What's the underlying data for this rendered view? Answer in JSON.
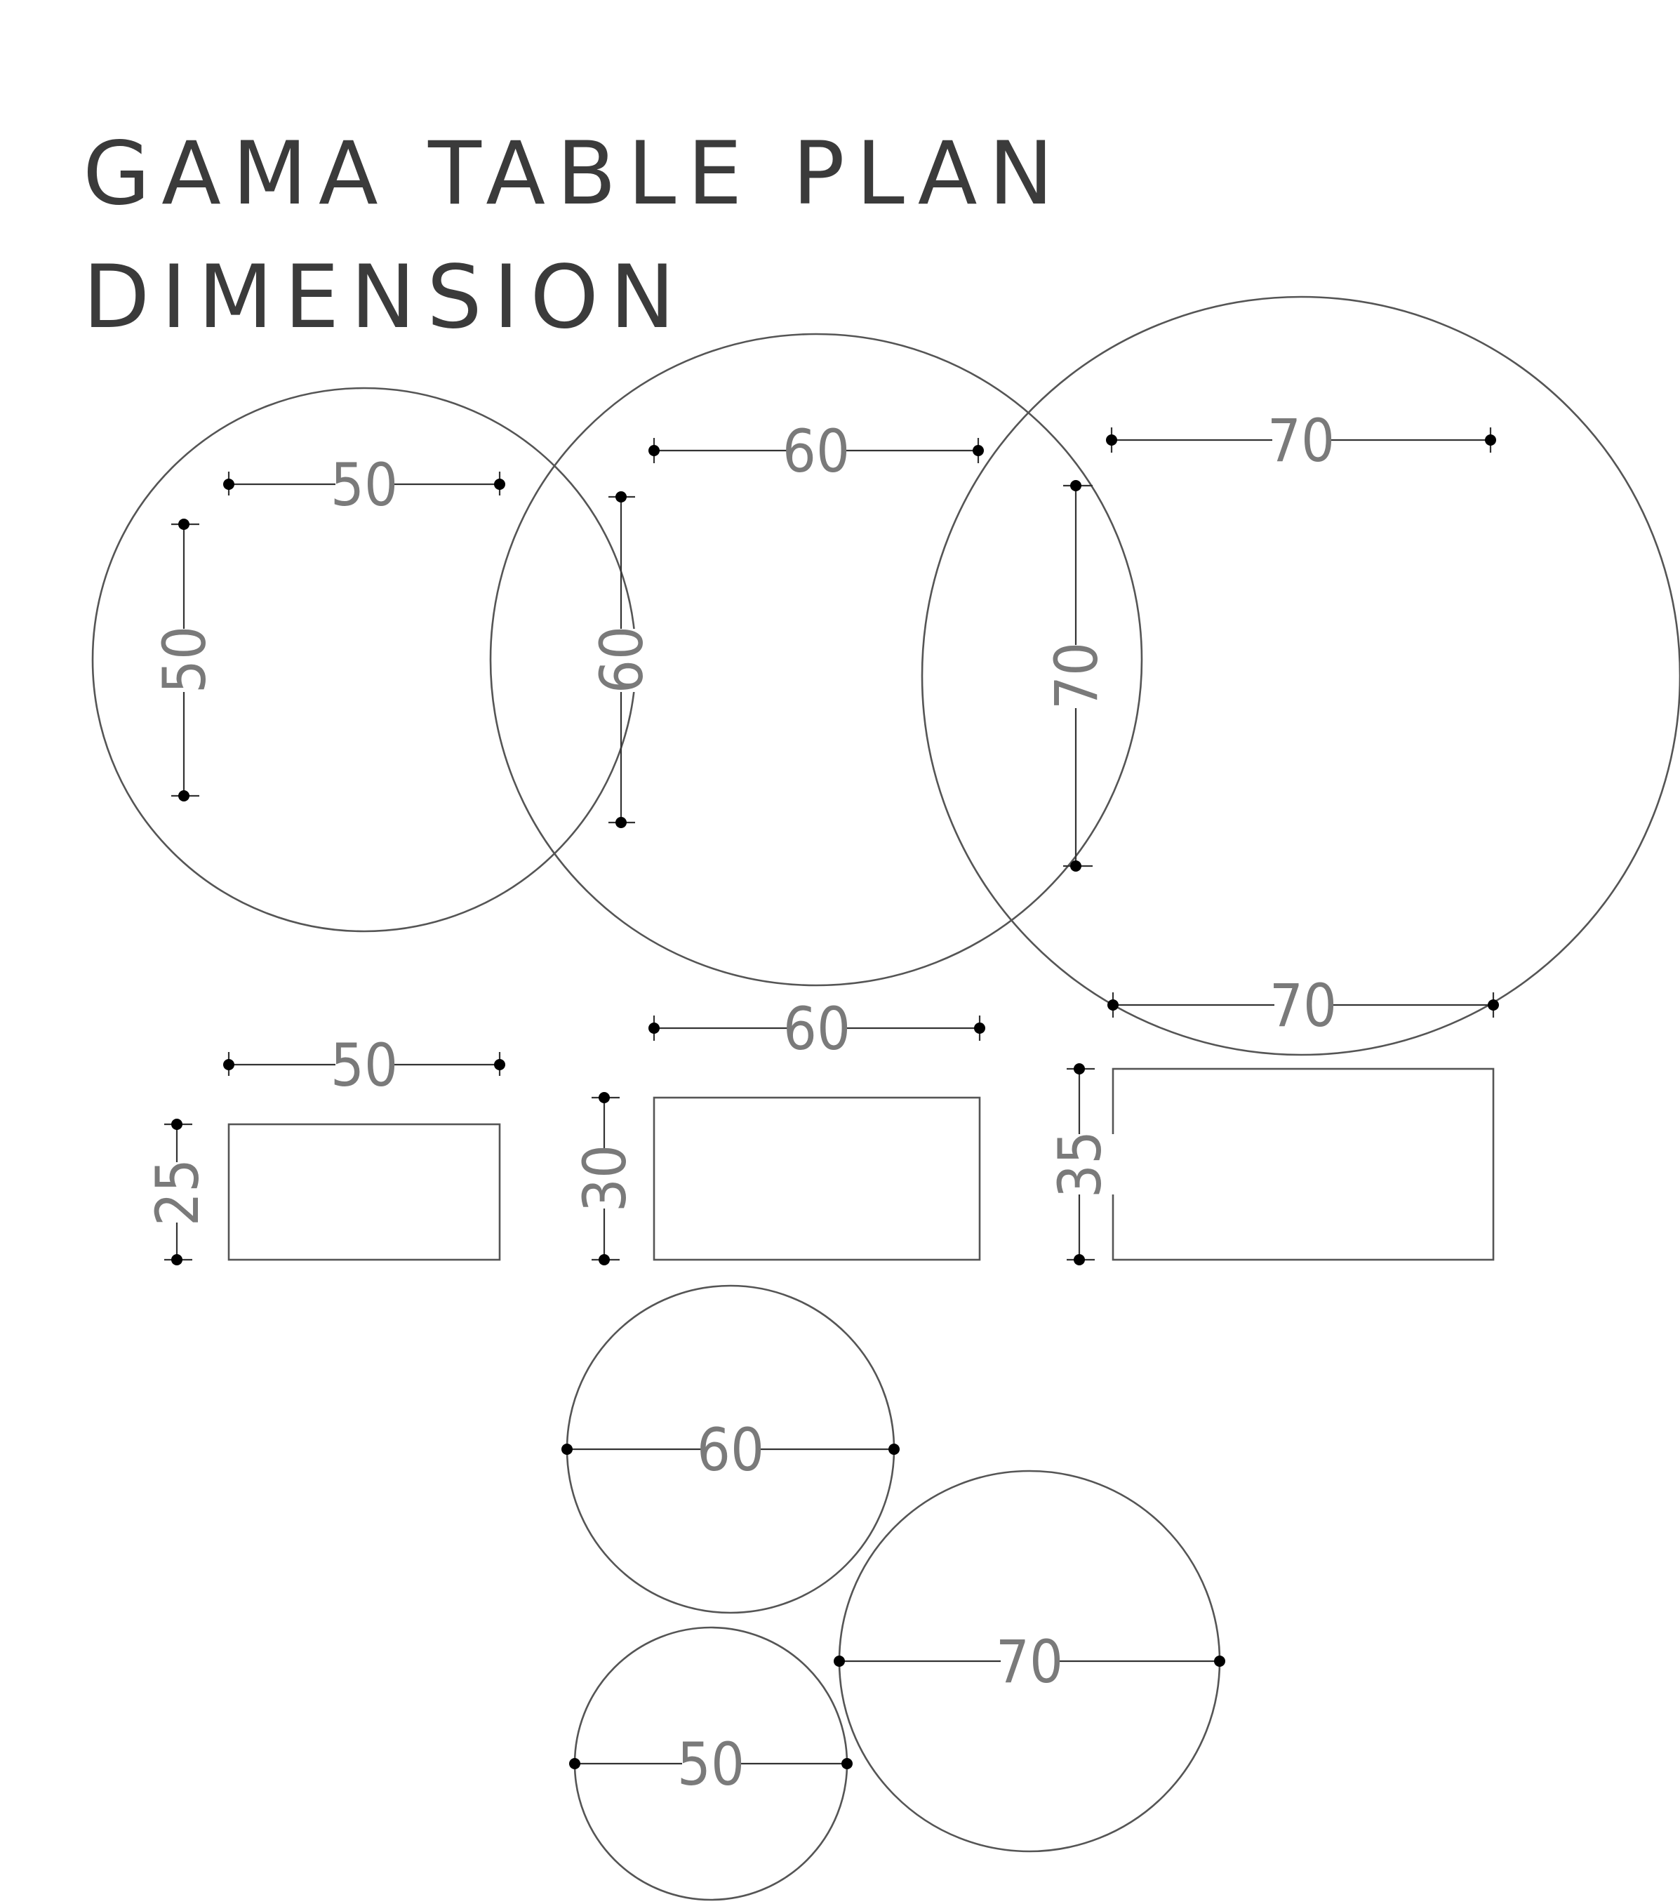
{
  "title": {
    "line1": "GAMA TABLE PLAN",
    "line2": "DIMENSION"
  },
  "row_round_tops": [
    {
      "width_label": "50",
      "height_label": "50"
    },
    {
      "width_label": "60",
      "height_label": "60"
    },
    {
      "width_label": "70",
      "height_label": "70"
    }
  ],
  "row_elevations": [
    {
      "width_label": "50",
      "height_label": "25"
    },
    {
      "width_label": "60",
      "height_label": "30"
    },
    {
      "width_label": "70",
      "height_label": "35"
    }
  ],
  "nested_set": [
    {
      "diameter_label": "60"
    },
    {
      "diameter_label": "70"
    },
    {
      "diameter_label": "50"
    }
  ]
}
